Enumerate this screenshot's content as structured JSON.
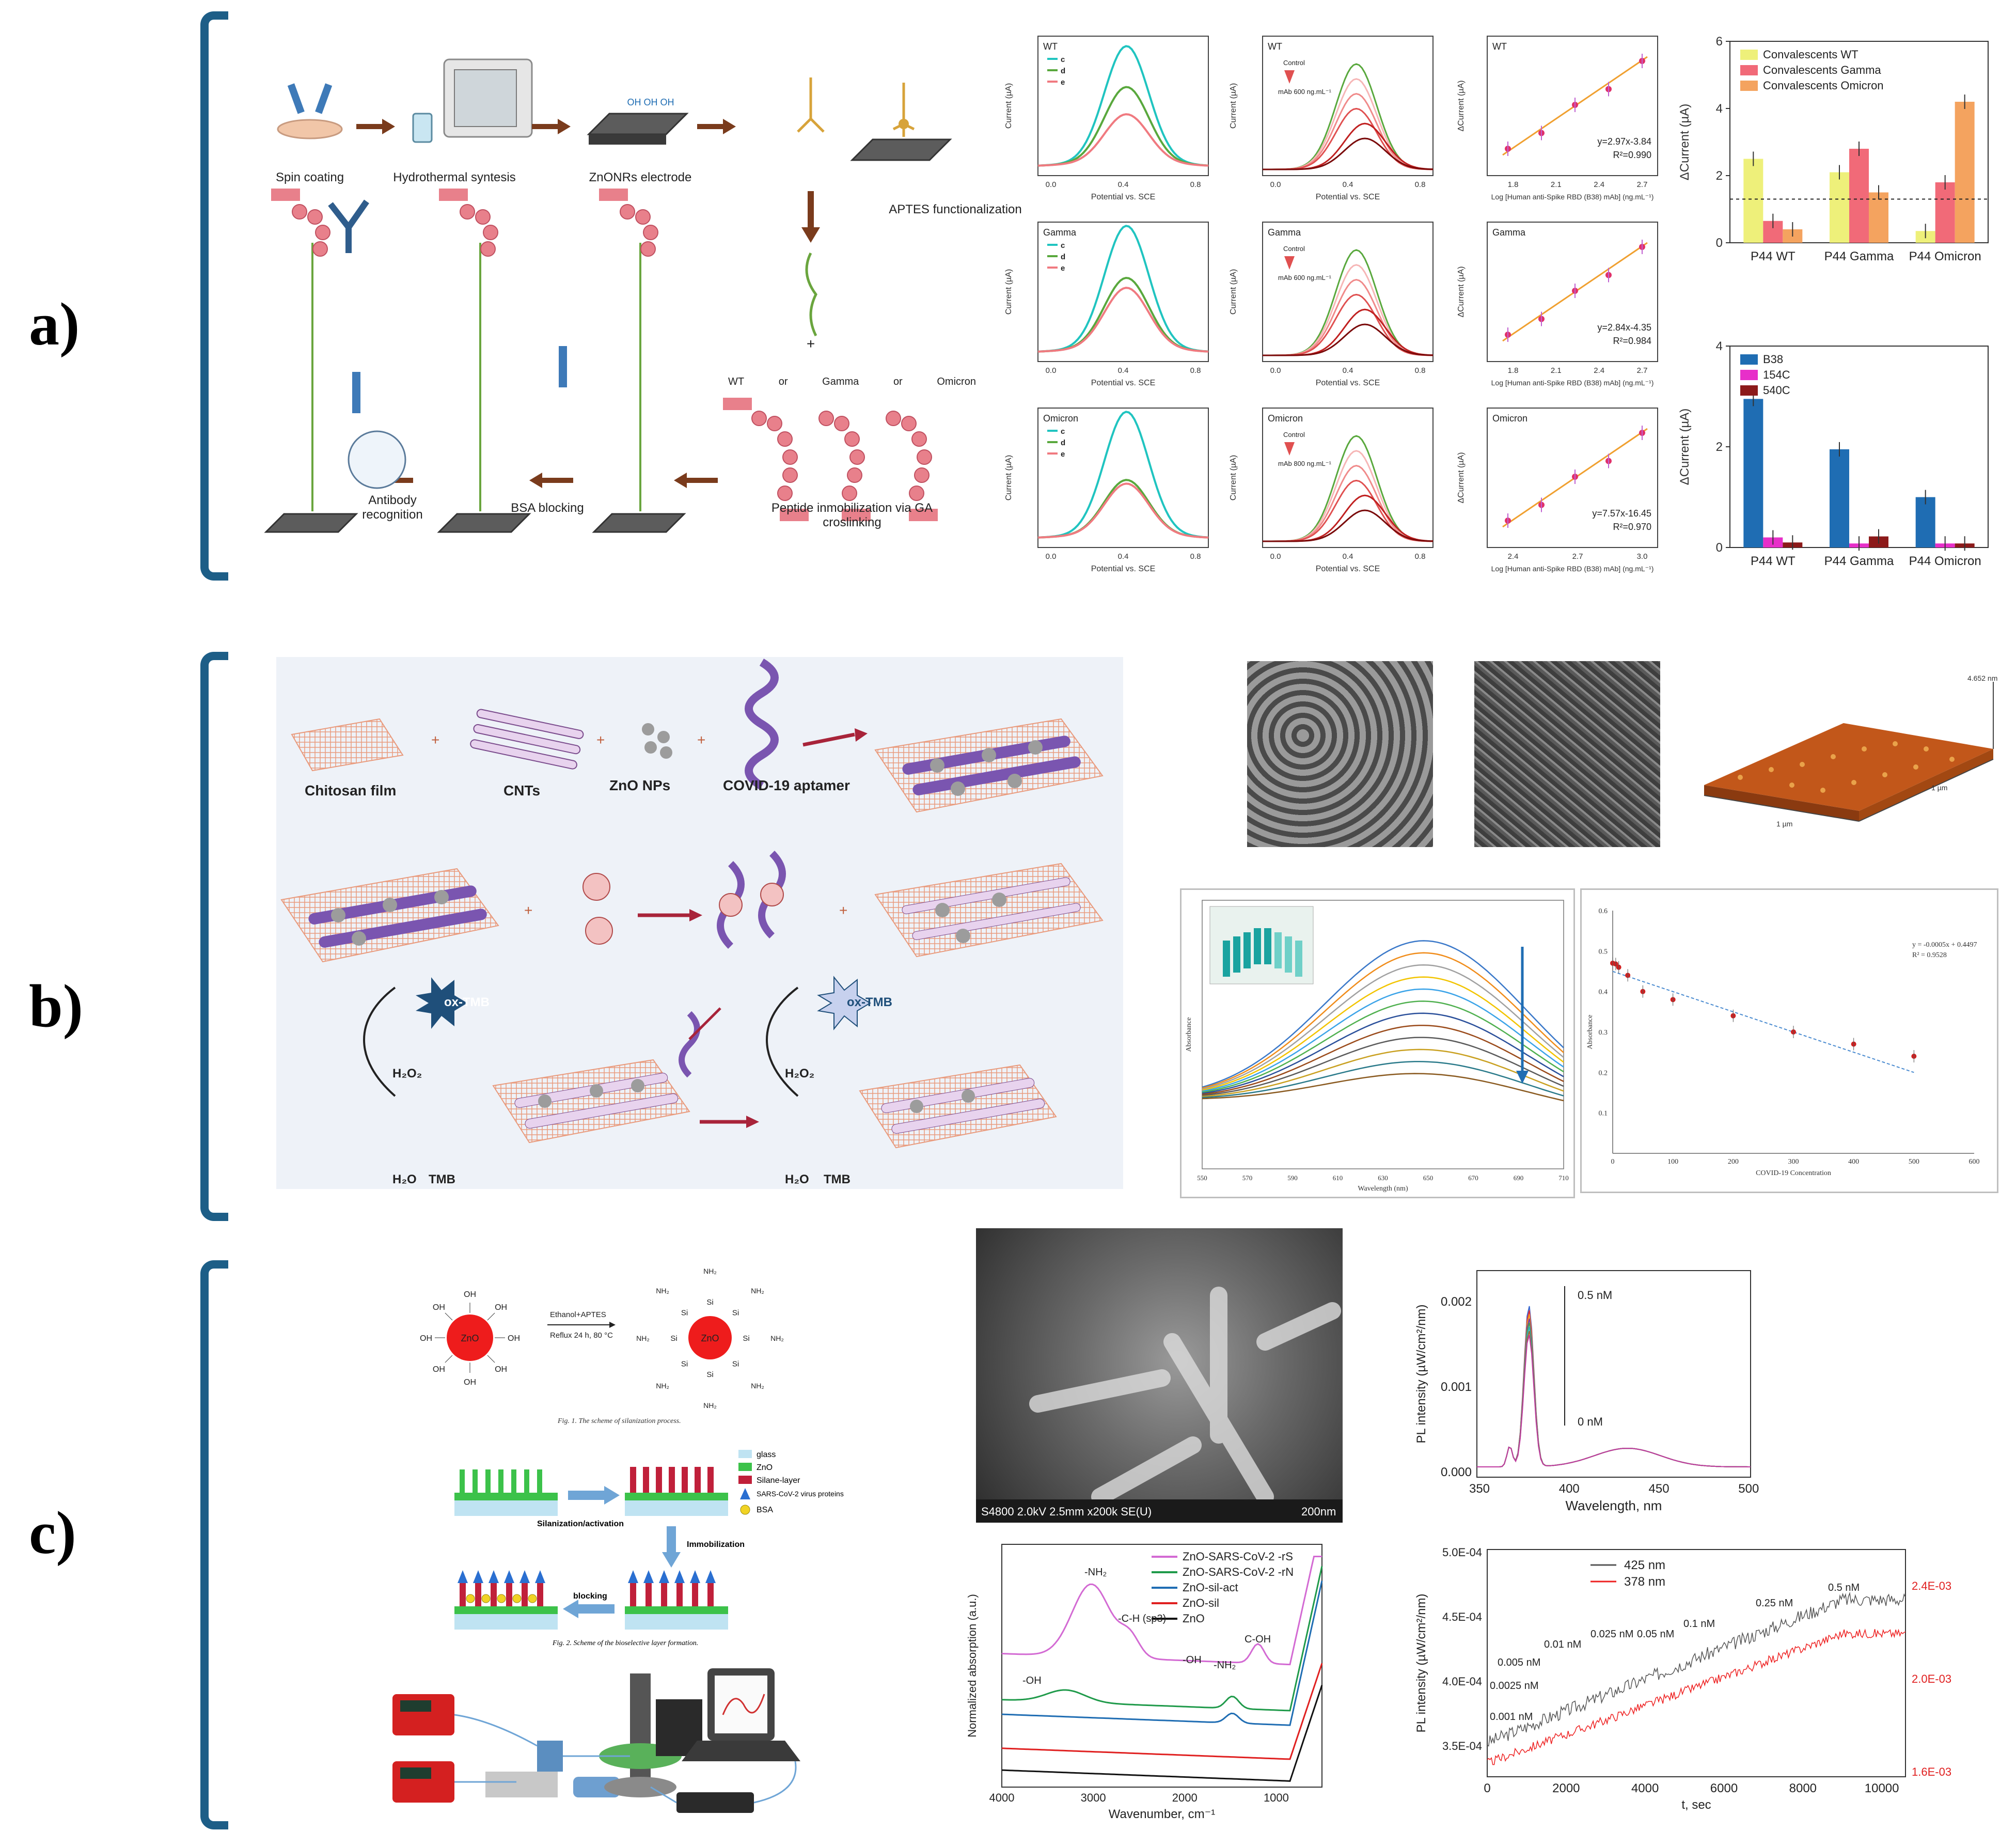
{
  "panels": {
    "a": {
      "label": "a)",
      "scheme": {
        "steps": [
          "Spin coating",
          "Hydrothermal syntesis",
          "ZnONRs electrode",
          "APTES functionalization",
          "Peptide inmobilization via GA croslinking",
          "BSA blocking",
          "Antibody recognition"
        ],
        "oh_label": "OH OH OH",
        "variants": [
          "WT",
          "or",
          "Gamma",
          "or",
          "Omicron"
        ]
      },
      "dpv": {
        "ylabel": "Current (µA)",
        "xlabel": "Potential vs. SCE",
        "legend": [
          "c",
          "d",
          "e"
        ],
        "control": "Control",
        "mab600": "mAb 600 ng.mL⁻¹",
        "mab800": "mAb 800 ng.mL⁻¹",
        "rows": [
          {
            "variant": "WT",
            "fit": "y=2.97x-3.84",
            "r2": "R²=0.990"
          },
          {
            "variant": "Gamma",
            "fit": "y=2.84x-4.35",
            "r2": "R²=0.984"
          },
          {
            "variant": "Omicron",
            "fit": "y=7.57x-16.45",
            "r2": "R²=0.970"
          }
        ],
        "cal_ylabel": "ΔCurrent (µA)",
        "cal_xlabel": "Log [Human anti-Spike RBD (B38) mAb] (ng.mL⁻¹)"
      },
      "x_ticks_dpv": [
        "0.0",
        "0.4",
        "0.8"
      ],
      "x_ticks_cal": [
        "1.8",
        "2.1",
        "2.4",
        "2.7"
      ],
      "x_ticks_cal_omi": [
        "2.4",
        "2.7",
        "3.0"
      ]
    },
    "b": {
      "label": "b)",
      "scheme": {
        "items": [
          "Chitosan film",
          "CNTs",
          "ZnO NPs",
          "COVID-19 aptamer"
        ],
        "oxtmb": "ox-TMB",
        "h2o2": "H₂O₂",
        "h2o": "H₂O",
        "tmb": "TMB"
      },
      "afm": {
        "z": "4.652 nm",
        "x": "1 µm",
        "y": "1 µm"
      },
      "spectra": {
        "ylabel": "Absorbance",
        "xlabel": "Wavelength (nm)",
        "xticks": [
          "550",
          "570",
          "590",
          "610",
          "630",
          "650",
          "670",
          "690",
          "710"
        ]
      },
      "linear": {
        "ylabel": "Absorbance",
        "xlabel": "COVID-19 Concentration",
        "eq": "y = -0.0005x + 0.4497",
        "r2": "R² = 0.9528",
        "xticks": [
          "0",
          "100",
          "200",
          "300",
          "400",
          "500",
          "600"
        ],
        "yticks": [
          "0.1",
          "0.2",
          "0.3",
          "0.4",
          "0.5",
          "0.6"
        ]
      }
    },
    "c": {
      "label": "c)",
      "scheme1": {
        "reagent": "Ethanol+APTES",
        "cond": "Reflux 24 h, 80 °C",
        "core": "ZnO",
        "oh": "OH",
        "nh2": "NH₂",
        "si": "Si",
        "caption": "Fig. 1.  The scheme of silanization process."
      },
      "scheme2": {
        "legend": [
          "glass",
          "ZnO",
          "Silane-layer",
          "SARS-CoV-2 virus proteins",
          "BSA"
        ],
        "steps": [
          "Silanization/activation",
          "Immobilization",
          "blocking"
        ],
        "caption": "Fig. 2.  Scheme of the bioselective layer formation."
      },
      "sem_bar": "S4800 2.0kV 2.5mm x200k SE(U)",
      "sem_scale": "200nm",
      "ftir": {
        "ylabel": "Normalized absorption (a.u.)",
        "xlabel": "Wavenumber, cm⁻¹",
        "xticks": [
          "4000",
          "3000",
          "2000",
          "1000"
        ],
        "legend": [
          "ZnO-SARS-CoV-2 -rS",
          "ZnO-SARS-CoV-2 -rN",
          "ZnO-sil-act",
          "ZnO-sil",
          "ZnO"
        ],
        "annotations": [
          "-NH₂",
          "-C-H (sp3)",
          "-OH",
          "-OH",
          "-NH₂",
          "C-OH"
        ]
      },
      "pl": {
        "ylabel": "PL intensity (µW/cm²/nm)",
        "xlabel": "Wavelength, nm",
        "xticks": [
          "350",
          "400",
          "450",
          "500"
        ],
        "yticks": [
          "0.000",
          "0.001",
          "0.002"
        ],
        "top": "0.5 nM",
        "bottom": "0 nM"
      },
      "kinetic": {
        "ylabel": "PL intensity (µW/cm²/nm)",
        "xlabel": "t, sec",
        "xticks": [
          "0",
          "2000",
          "4000",
          "6000",
          "8000",
          "10000"
        ],
        "yticks_left": [
          "3.5E-04",
          "4.0E-04",
          "4.5E-04",
          "5.0E-04"
        ],
        "yticks_right": [
          "1.6E-03",
          "2.0E-03",
          "2.4E-03"
        ],
        "legend": [
          "425 nm",
          "378 nm"
        ],
        "conc": [
          "0.001 nM",
          "0.0025 nM",
          "0.005 nM",
          "0.01 nM",
          "0.025 nM",
          "0.05 nM",
          "0.1 nM",
          "0.25 nM",
          "0.5 nM"
        ]
      }
    }
  },
  "chart_data": [
    {
      "type": "bar",
      "title": "",
      "ylabel": "ΔCurrent (µA)",
      "categories": [
        "P44 WT",
        "P44 Gamma",
        "P44 Omicron"
      ],
      "ylim": [
        0,
        6
      ],
      "series": [
        {
          "name": "Convalescents WT",
          "values": [
            2.5,
            2.1,
            0.35
          ]
        },
        {
          "name": "Convalescents Gamma",
          "values": [
            0.65,
            2.8,
            1.8
          ]
        },
        {
          "name": "Convalescents Omicron",
          "values": [
            0.4,
            1.5,
            4.2
          ]
        }
      ],
      "yticks": [
        "0",
        "2",
        "4",
        "6"
      ]
    },
    {
      "type": "bar",
      "title": "",
      "ylabel": "ΔCurrent (µA)",
      "categories": [
        "P44 WT",
        "P44 Gamma",
        "P44 Omicron"
      ],
      "ylim": [
        0,
        4
      ],
      "series": [
        {
          "name": "B38",
          "values": [
            2.95,
            1.95,
            1.0
          ]
        },
        {
          "name": "154C",
          "values": [
            0.2,
            0.08,
            0.08
          ]
        },
        {
          "name": "540C",
          "values": [
            0.1,
            0.22,
            0.08
          ]
        }
      ],
      "yticks": [
        "0",
        "2",
        "4"
      ]
    }
  ],
  "colors": {
    "bracket": "#1d5e87",
    "wt": "#eef07a",
    "gamma": "#f16a78",
    "omicron": "#f4a35f",
    "b38": "#1f6db3",
    "c154": "#e72fc9",
    "c540": "#8c1a1a"
  }
}
